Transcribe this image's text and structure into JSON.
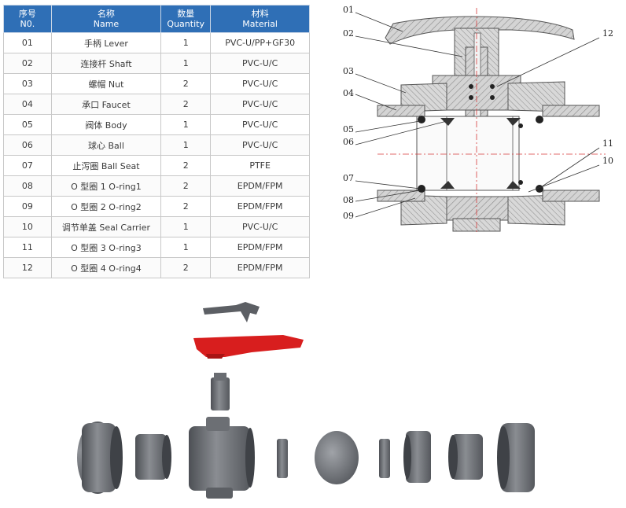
{
  "table": {
    "headers": [
      {
        "zh": "序号",
        "en": "N0."
      },
      {
        "zh": "名称",
        "en": "Name"
      },
      {
        "zh": "数量",
        "en": "Quantity"
      },
      {
        "zh": "材料",
        "en": "Material"
      }
    ],
    "rows": [
      {
        "no": "01",
        "name": "手柄 Lever",
        "qty": "1",
        "material": "PVC-U/PP+GF30"
      },
      {
        "no": "02",
        "name": "连接杆 Shaft",
        "qty": "1",
        "material": "PVC-U/C"
      },
      {
        "no": "03",
        "name": "螺帽 Nut",
        "qty": "2",
        "material": "PVC-U/C"
      },
      {
        "no": "04",
        "name": "承口 Faucet",
        "qty": "2",
        "material": "PVC-U/C"
      },
      {
        "no": "05",
        "name": "阀体 Body",
        "qty": "1",
        "material": "PVC-U/C"
      },
      {
        "no": "06",
        "name": "球心 Ball",
        "qty": "1",
        "material": "PVC-U/C"
      },
      {
        "no": "07",
        "name": "止泻圈 Ball Seat",
        "qty": "2",
        "material": "PTFE"
      },
      {
        "no": "08",
        "name": "O 型圈 1 O-ring1",
        "qty": "2",
        "material": "EPDM/FPM"
      },
      {
        "no": "09",
        "name": "O 型圈 2 O-ring2",
        "qty": "2",
        "material": "EPDM/FPM"
      },
      {
        "no": "10",
        "name": "调节单盖 Seal Carrier",
        "qty": "1",
        "material": "PVC-U/C"
      },
      {
        "no": "11",
        "name": "O 型圈 3 O-ring3",
        "qty": "1",
        "material": "EPDM/FPM"
      },
      {
        "no": "12",
        "name": "O 型圈 4 O-ring4",
        "qty": "2",
        "material": "EPDM/FPM"
      }
    ]
  },
  "drawing": {
    "callouts": [
      "01",
      "02",
      "03",
      "04",
      "05",
      "06",
      "07",
      "08",
      "09",
      "10",
      "11",
      "12"
    ]
  },
  "colors": {
    "header_bg": "#2f6fb6",
    "handle_red": "#d81e1e",
    "pvc_grey": "#6e7176",
    "hatch": "#8c8c8c"
  }
}
